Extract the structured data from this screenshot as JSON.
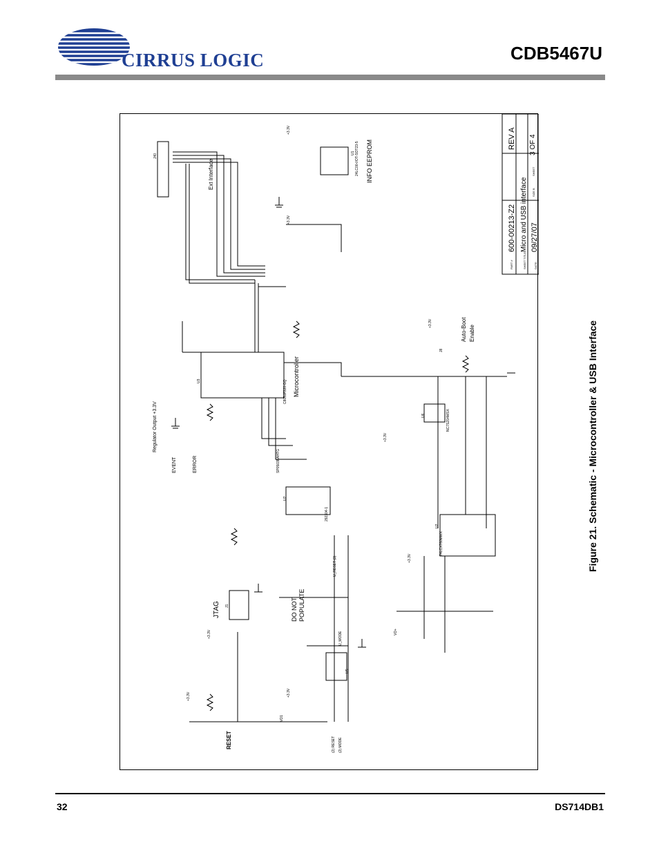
{
  "header": {
    "logo_text": "CIRRUS LOGIC",
    "doc_title": "CDB5467U"
  },
  "schematic": {
    "sections": {
      "ext_interface": "Ext Interface",
      "info_eeprom": "INFO EEPROM",
      "microcontroller": "Microcontroller",
      "regulator": "Regulator Output +3.3V",
      "auto_boot": "Auto-Boot",
      "auto_boot_2": "Enable",
      "jtag": "JTAG",
      "do_not": "DO NOT",
      "populate": "POPULATE",
      "reset": "RESET",
      "event": "EVENT",
      "error": "ERROR"
    },
    "parts": {
      "u3": "U3",
      "u3_part": "C8051F320-GQ",
      "u1": "U1",
      "u1_part": "24LC00-I/OT-SOT23-5",
      "u2": "U2",
      "u2_part": "74LCX760MWX",
      "u5": "U5",
      "u6": "U6",
      "u6_part": "NC7SZ04MSX",
      "j40": "J40",
      "j8": "J8",
      "j1": "J1",
      "usb": "292304-1",
      "tvs": "SP0503BAHTG"
    },
    "title_block": {
      "part_label": "PART #",
      "part_number": "600-00213-Z2",
      "rev": "REV A",
      "sheet_title_label": "SHEET TITLE:",
      "sheet_title": "Micro and USB interface",
      "date_label": "DATE:",
      "date": "09/27/07",
      "size_label": "SIZE B",
      "sheet_label": "SHEET",
      "sheet": "3 OF 4"
    },
    "power": {
      "v33": "+3.3V",
      "vd": "VD+",
      "vd1": "VD1"
    },
    "nets": {
      "reset": "(2) RESET",
      "mode": "(2) MODE",
      "u_reset": "U_RESET (3)",
      "u_mode": "U_MODE"
    }
  },
  "caption": "Figure 21.  Schematic - Microcontroller & USB Interface",
  "footer": {
    "page_number": "32",
    "doc_id": "DS714DB1"
  }
}
